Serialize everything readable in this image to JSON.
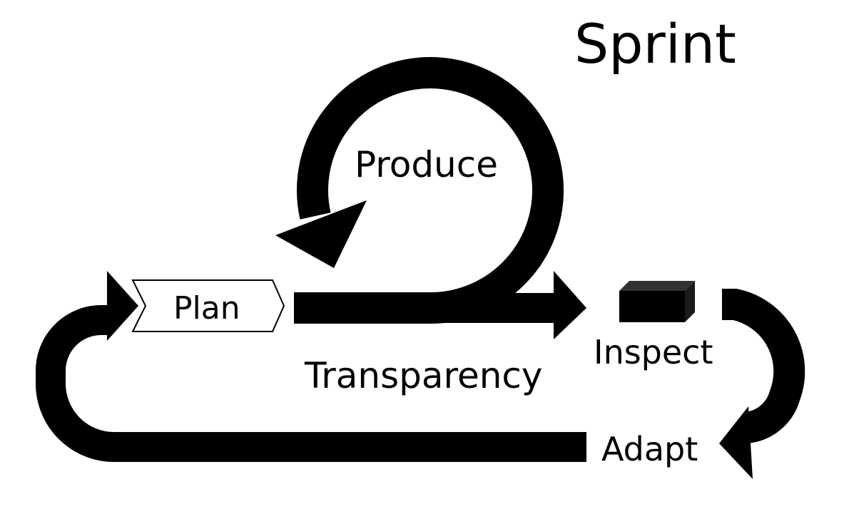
{
  "diagram": {
    "title": "Sprint",
    "labels": {
      "produce": "Produce",
      "plan": "Plan",
      "transparency": "Transparency",
      "inspect": "Inspect",
      "adapt": "Adapt"
    }
  },
  "colors": {
    "ink": "#000000",
    "background": "#ffffff",
    "plan_fill": "#ffffff"
  },
  "icons": {
    "increment": "box-icon",
    "plan_shape": "chevron-shape"
  }
}
